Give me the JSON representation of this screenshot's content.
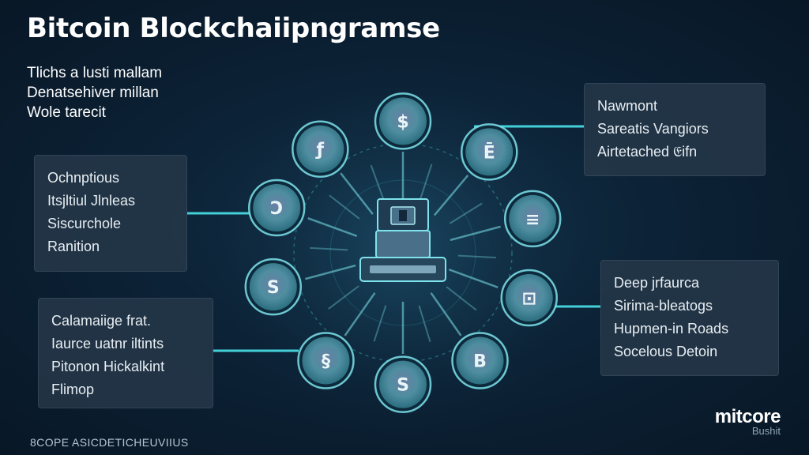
{
  "title": "Bitcoin Blockchaiipngramse",
  "intro": [
    "Tlichs a lusti mallam",
    "Denatsehiver millan",
    "Wole tarecit"
  ],
  "panels": {
    "left_top": [
      "Ochnptious",
      "Itsjltiul Jlnleas",
      "Siscurchole",
      "Ranition"
    ],
    "left_bottom": [
      "Calamaiige frat.",
      "Iaurce uatnr iltints",
      "Pitonon Hickalkint",
      "Flimop"
    ],
    "right_top": [
      "Nawmont",
      "Sareatis Vangiors",
      "Airtetached 𝔈ifn"
    ],
    "right_bottom": [
      "Deep jrfaurca",
      "Sirima-bleatogs",
      "Hupmen-in Roads",
      "Socelous Detoin"
    ]
  },
  "footer": "8COPE ASICDETICHEUVIIUS",
  "brand": {
    "name": "mitcore",
    "sub": "Bushit"
  },
  "colors": {
    "accent": "#44d0d8",
    "node_fill": "#3b7f90",
    "node_core": "#5a6f95",
    "node_edge": "#7ee3ec",
    "center": "#4a6f88"
  },
  "nodes": [
    {
      "glyph": "$"
    },
    {
      "glyph": "Ē"
    },
    {
      "glyph": "≡"
    },
    {
      "glyph": "⊡"
    },
    {
      "glyph": "B"
    },
    {
      "glyph": "S"
    },
    {
      "glyph": "§"
    },
    {
      "glyph": "S"
    },
    {
      "glyph": "Ↄ"
    },
    {
      "glyph": "ƒ"
    }
  ]
}
